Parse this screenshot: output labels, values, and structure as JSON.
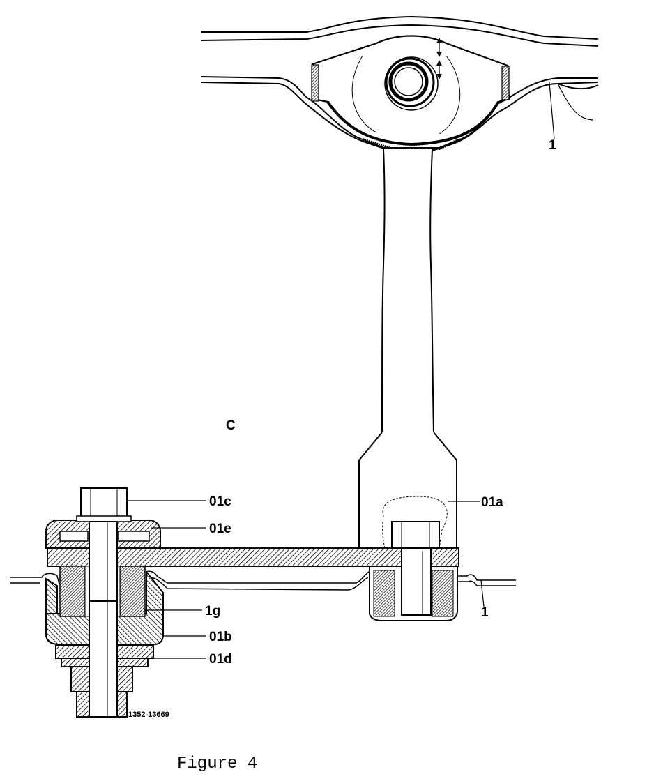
{
  "labels": {
    "top_ref": "1",
    "right_ref": "1",
    "view": "C",
    "c01c": "01c",
    "c01e": "01e",
    "c01a": "01a",
    "c1g": "1g",
    "c01b": "01b",
    "c01d": "01d"
  },
  "drawing_number": "1352-13669",
  "caption": "Figure 4"
}
